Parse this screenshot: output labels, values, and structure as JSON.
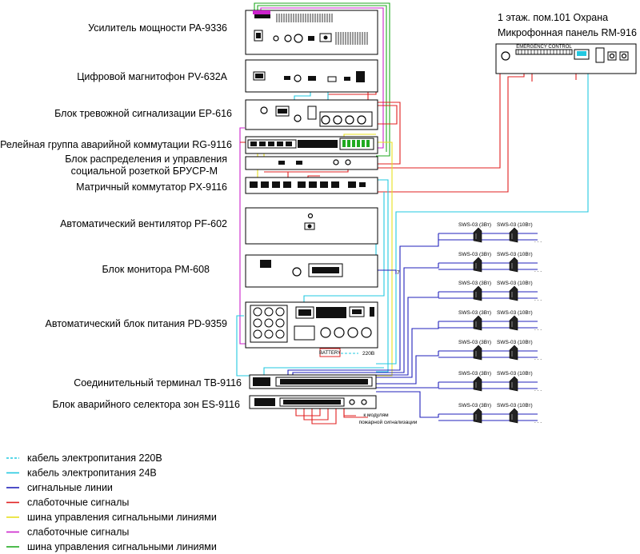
{
  "units": [
    {
      "id": "pa",
      "label": "Усилитель мощности PA-9336"
    },
    {
      "id": "pv",
      "label": "Цифровой магнитофон PV-632A"
    },
    {
      "id": "ep",
      "label": "Блок тревожной сигнализации EP-616"
    },
    {
      "id": "rg",
      "label": "Релейная группа аварийной коммутации RG-9116"
    },
    {
      "id": "brusr1",
      "label": "Блок распределения и управления"
    },
    {
      "id": "brusr2",
      "label": "социальной розеткой БРУСР-М"
    },
    {
      "id": "px",
      "label": "Матричный коммутатор PX-9116"
    },
    {
      "id": "pf",
      "label": "Автоматический вентилятор PF-602"
    },
    {
      "id": "pm",
      "label": "Блок монитора PM-608"
    },
    {
      "id": "pd",
      "label": "Автоматический блок питания PD-9359"
    },
    {
      "id": "tb",
      "label": "Соединительный терминал TB-9116"
    },
    {
      "id": "es",
      "label": "Блок аварийного селектора зон ES-9116"
    }
  ],
  "remote": {
    "line1": "1 этаж. пом.101 Охрана",
    "line2": "Микрофонная панель RM-916"
  },
  "speakers": [
    {
      "a": "SWS-03 (3Вт)",
      "b": "SWS-03 (10Вт)"
    },
    {
      "a": "SWS-03 (3Вт)",
      "b": "SWS-03 (10Вт)"
    },
    {
      "a": "SWS-03 (3Вт)",
      "b": "SWS-03 (10Вт)"
    },
    {
      "a": "SWS-03 (3Вт)",
      "b": "SWS-03 (10Вт)"
    },
    {
      "a": "SWS-03 (3Вт)",
      "b": "SWS-03 (10Вт)"
    },
    {
      "a": "SWS-03 (3Вт)",
      "b": "SWS-03 (10Вт)"
    },
    {
      "a": "SWS-03 (3Вт)",
      "b": "SWS-03 (10Вт)"
    }
  ],
  "annotations": {
    "battery": "BATTERY",
    "mains": "220В",
    "fire1": "к модулям",
    "fire2": "пожарной сигнализации",
    "seven": "7",
    "mic_panel_caption": "EMERGENCY CONTROL"
  },
  "legend": [
    {
      "label": "кабель электропитания 220В",
      "color": "#22c8e0",
      "style": "dashed"
    },
    {
      "label": "кабель электропитания 24В",
      "color": "#22c8e0",
      "style": "solid"
    },
    {
      "label": "сигнальные линии",
      "color": "#2222bb",
      "style": "solid"
    },
    {
      "label": "слаботочные сигналы",
      "color": "#e02020",
      "style": "solid"
    },
    {
      "label": "шина управления сигнальными линиями",
      "color": "#e8e020",
      "style": "solid"
    },
    {
      "label": "слаботочные сигналы",
      "color": "#cc22cc",
      "style": "solid"
    },
    {
      "label": "шина управления сигнальными линиями",
      "color": "#20aa20",
      "style": "solid"
    }
  ]
}
